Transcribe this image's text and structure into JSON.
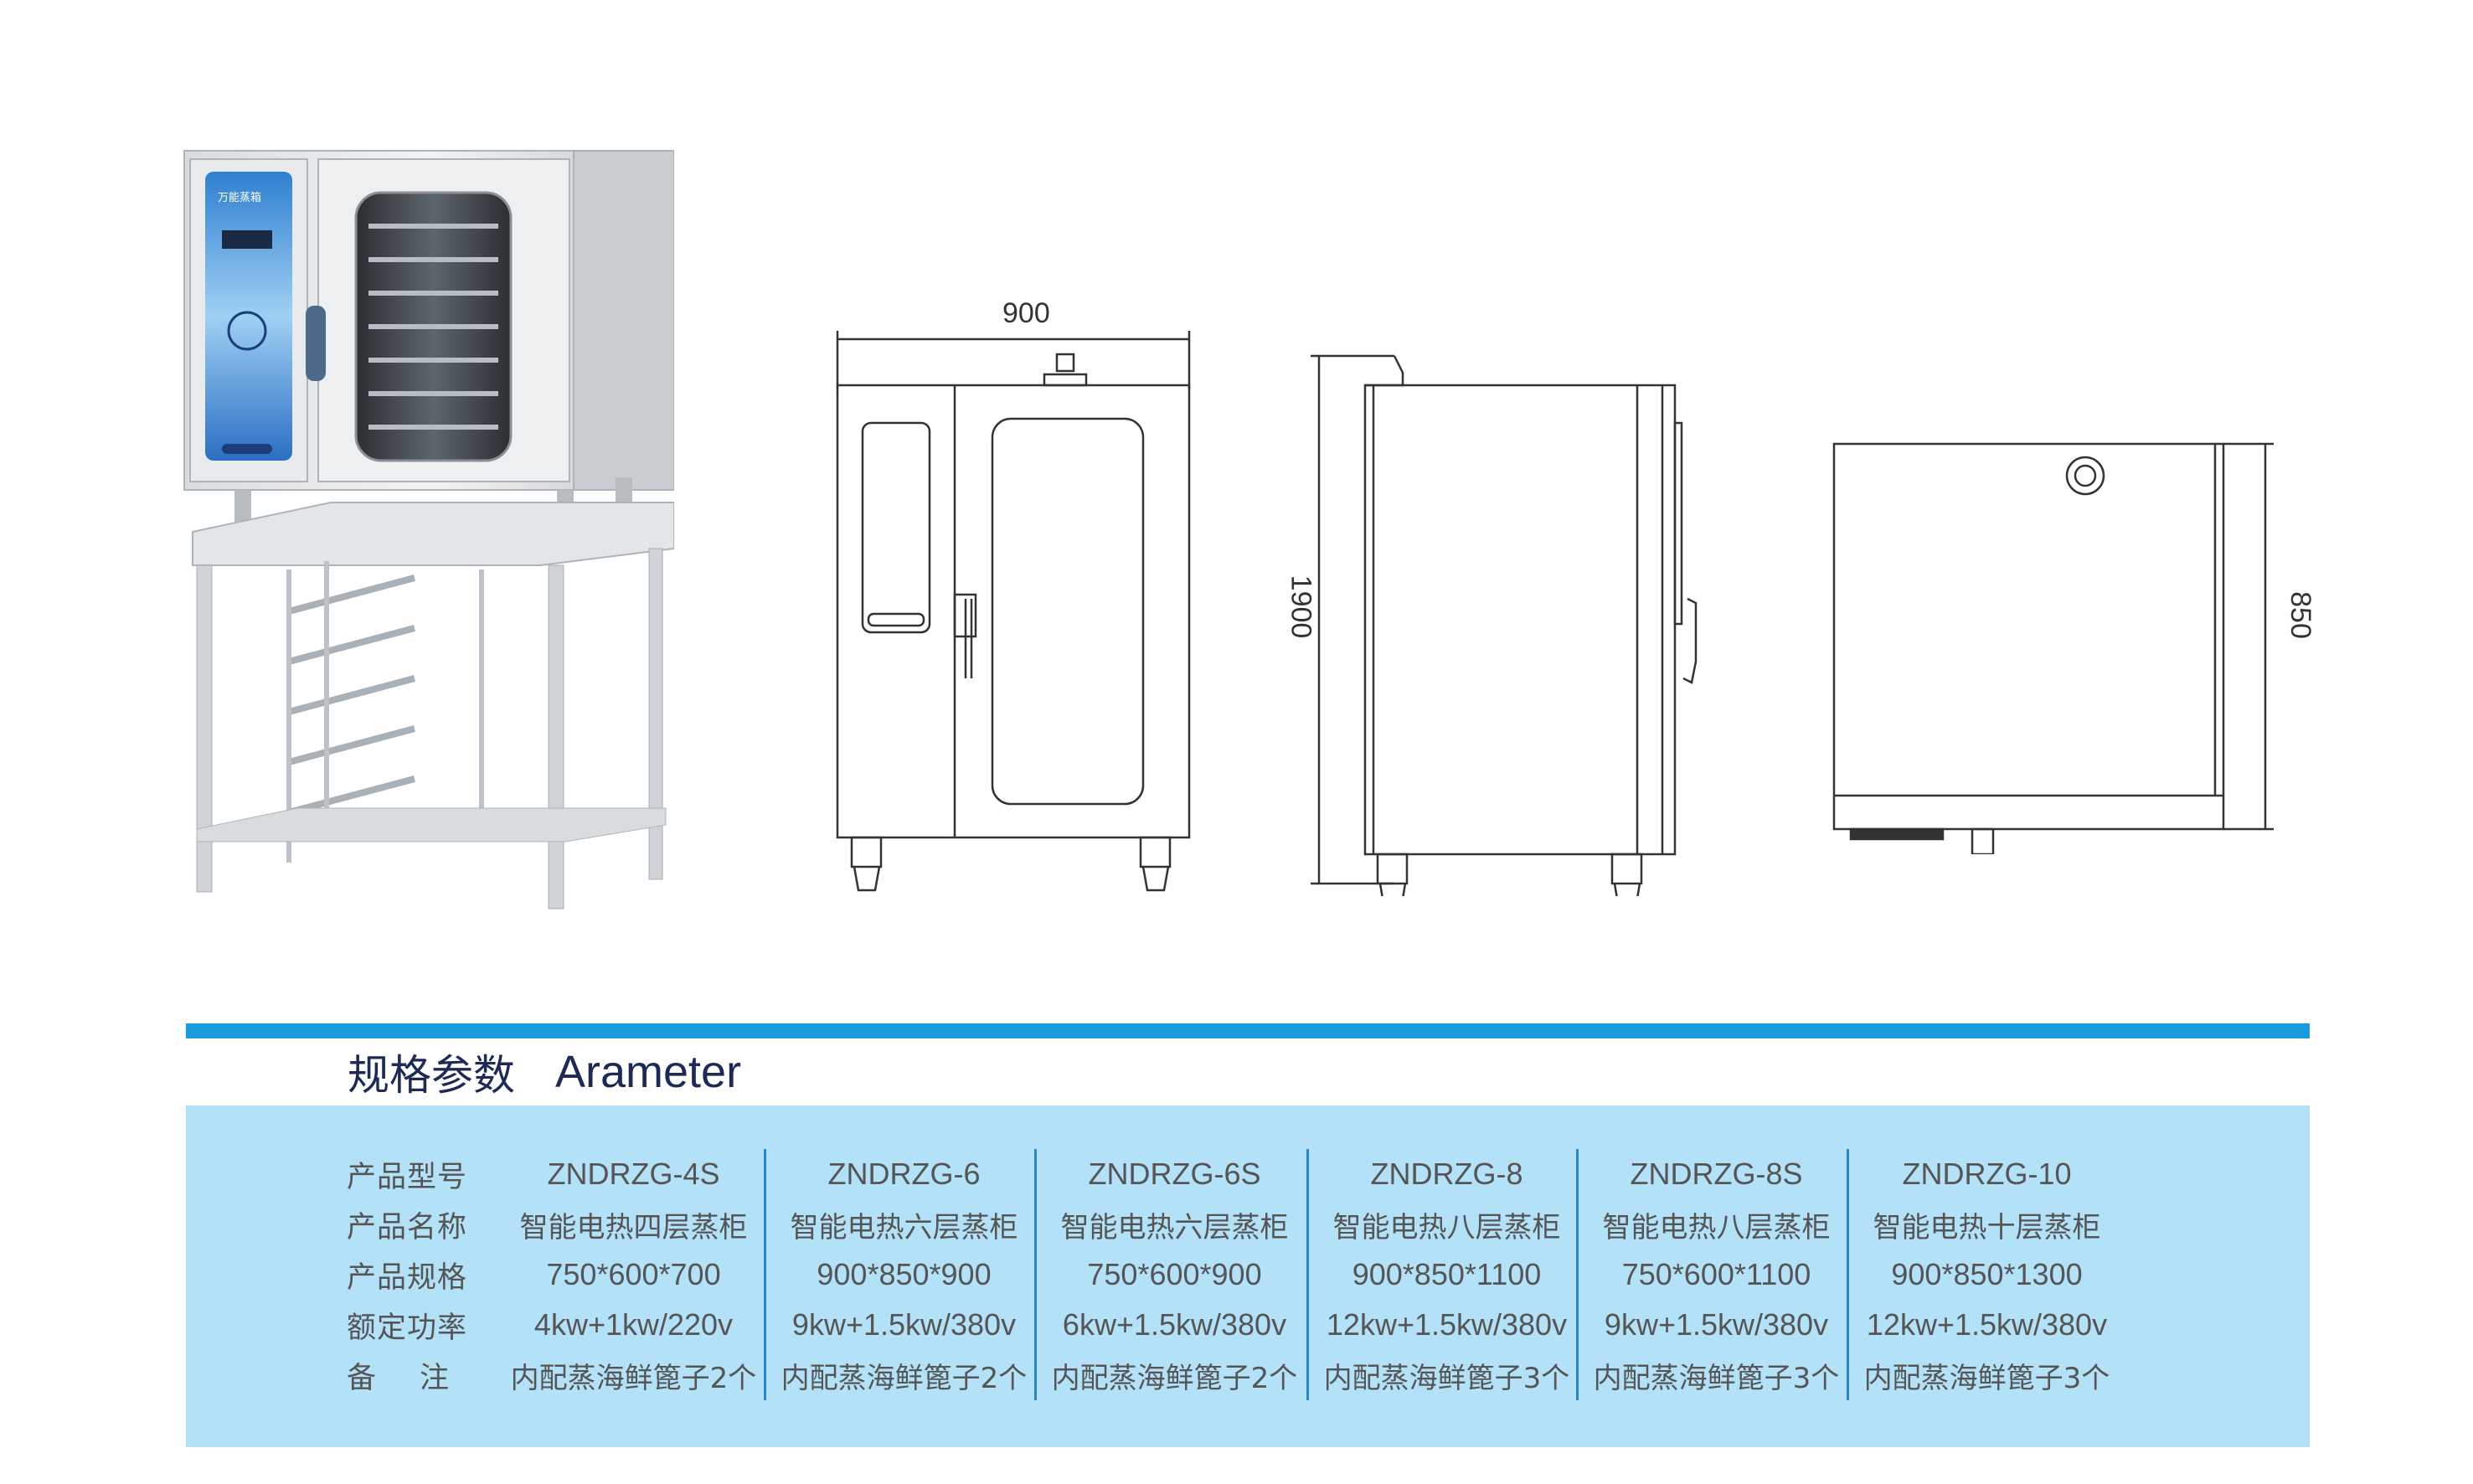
{
  "dimensions": {
    "width": "900",
    "height": "1900",
    "depth": "850"
  },
  "product_photo": {
    "panel_brand": "万能蒸箱"
  },
  "section": {
    "title_cn": "规格参数",
    "title_en": "Arameter"
  },
  "spec_table": {
    "row_labels": [
      "产品型号",
      "产品名称",
      "产品规格",
      "额定功率",
      "备注"
    ],
    "columns": [
      {
        "model": "ZNDRZG-4S",
        "name": "智能电热四层蒸柜",
        "size": "750*600*700",
        "power": "4kw+1kw/220v",
        "note": "内配蒸海鲜篦子2个"
      },
      {
        "model": "ZNDRZG-6",
        "name": "智能电热六层蒸柜",
        "size": "900*850*900",
        "power": "9kw+1.5kw/380v",
        "note": "内配蒸海鲜篦子2个"
      },
      {
        "model": "ZNDRZG-6S",
        "name": "智能电热六层蒸柜",
        "size": "750*600*900",
        "power": "6kw+1.5kw/380v",
        "note": "内配蒸海鲜篦子2个"
      },
      {
        "model": "ZNDRZG-8",
        "name": "智能电热八层蒸柜",
        "size": "900*850*1100",
        "power": "12kw+1.5kw/380v",
        "note": "内配蒸海鲜篦子3个"
      },
      {
        "model": "ZNDRZG-8S",
        "name": "智能电热八层蒸柜",
        "size": "750*600*1100",
        "power": "9kw+1.5kw/380v",
        "note": "内配蒸海鲜篦子3个"
      },
      {
        "model": "ZNDRZG-10",
        "name": "智能电热十层蒸柜",
        "size": "900*850*1300",
        "power": "12kw+1.5kw/380v",
        "note": "内配蒸海鲜篦子3个"
      }
    ]
  },
  "colors": {
    "accent_blue": "#1a9be0",
    "panel_bg": "#b3e1f8",
    "title_text": "#1d2a55",
    "body_text": "#555555"
  }
}
